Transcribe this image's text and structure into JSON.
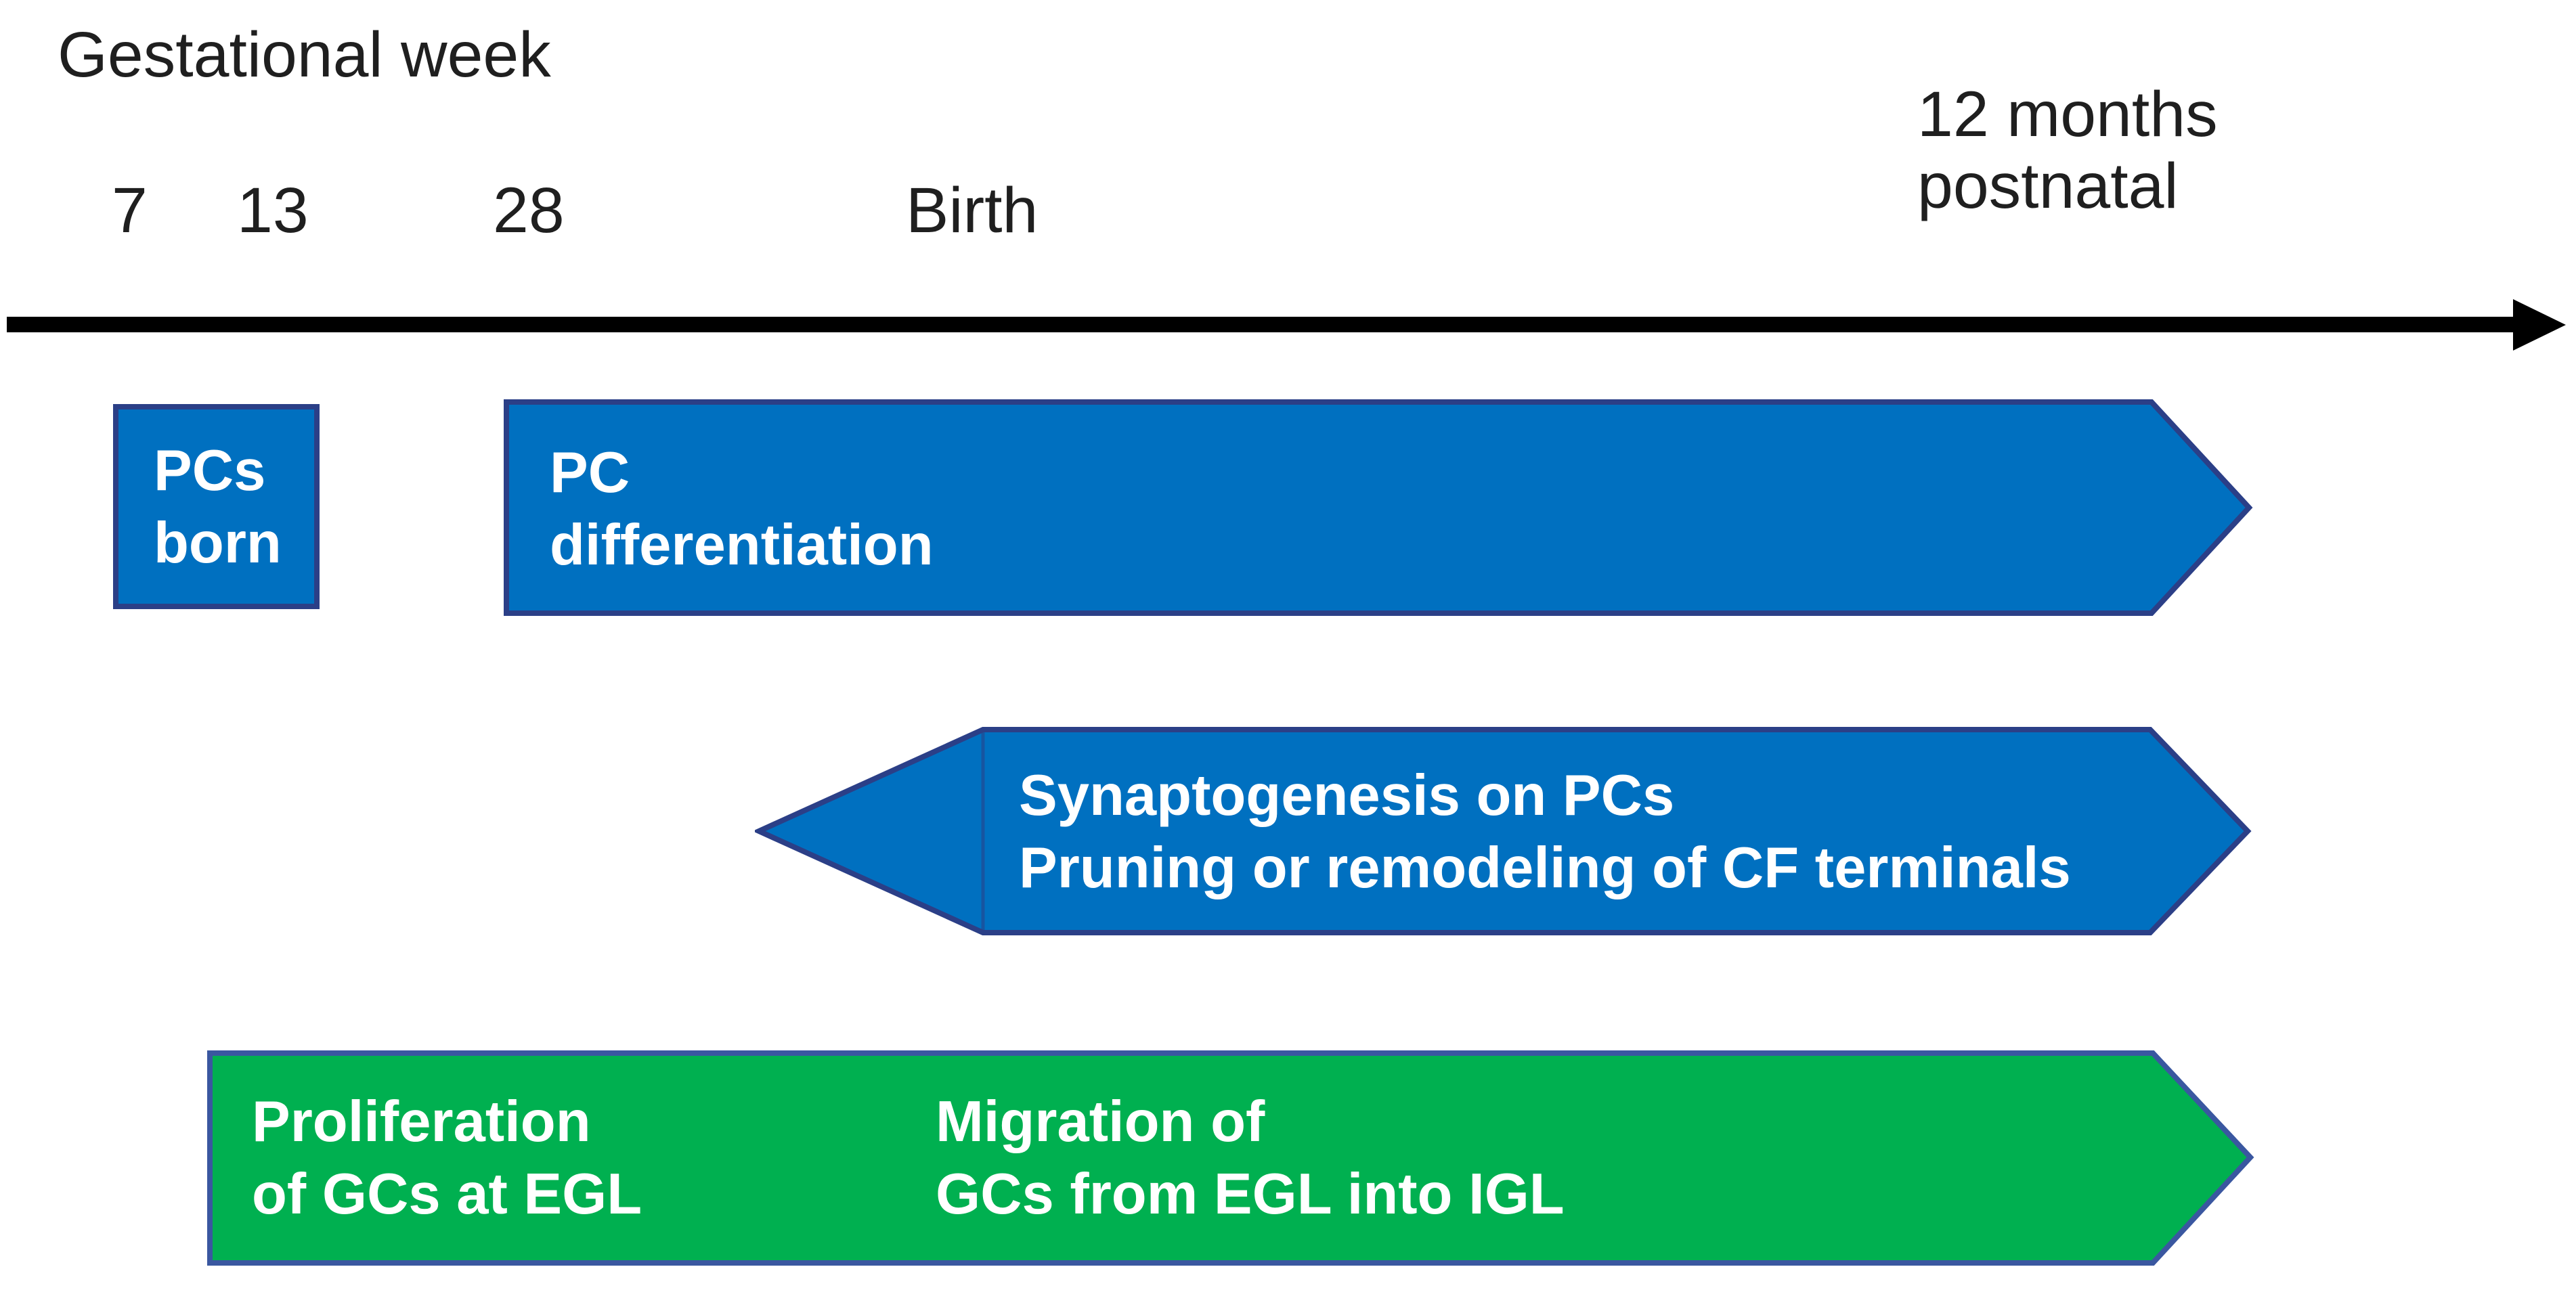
{
  "axis": {
    "title": "Gestational week",
    "tick_week7": "7",
    "tick_week13": "13",
    "tick_week28": "28",
    "tick_birth": "Birth",
    "tick_12months_line1": "12 months",
    "tick_12months_line2": "postnatal"
  },
  "events": {
    "pcs_born": {
      "line1": "PCs",
      "line2": "born"
    },
    "pc_differentiation": {
      "line1": "PC",
      "line2": "differentiation"
    },
    "synaptogenesis": {
      "line1": "Synaptogenesis on PCs",
      "line2": "Pruning or remodeling of CF terminals"
    },
    "gc_proliferation": {
      "line1": "Proliferation",
      "line2": "of GCs at EGL"
    },
    "gc_migration": {
      "line1": "Migration of",
      "line2": "GCs from EGL into IGL"
    }
  },
  "colors": {
    "background": "#ffffff",
    "axis_line": "#000000",
    "heading_text": "#1f1f1f",
    "event_text": "#ffffff",
    "blue_fill": "#0070c0",
    "blue_border": "#2b3f87",
    "green_fill": "#00b050",
    "green_border": "#3a57a0"
  }
}
